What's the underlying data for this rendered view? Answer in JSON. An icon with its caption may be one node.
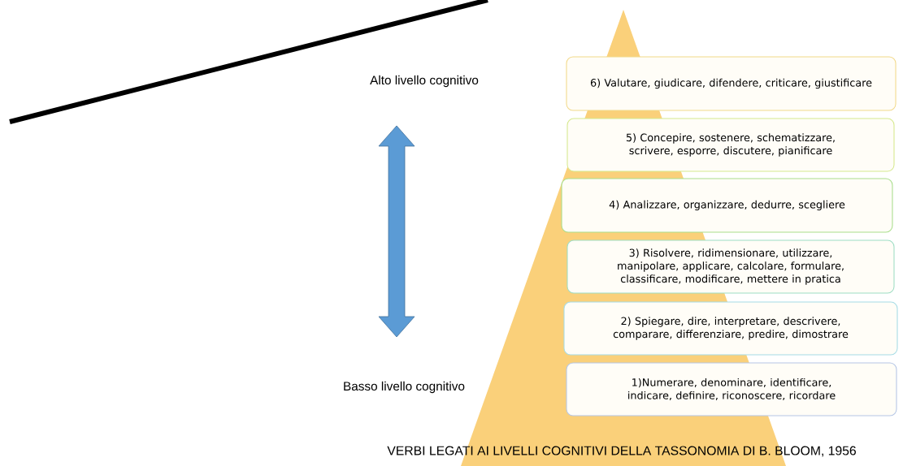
{
  "diagram": {
    "caption": "VERBI LEGATI AI LIVELLI COGNITIVI DELLA TASSONOMIA DI B. BLOOM, 1956",
    "nodes": [
      {
        "text": [
          "6) Valutare, giudicare, difendere, criticare, giustificare"
        ]
      },
      {
        "text": [
          "5) Concepire, sostenere, schematizzare, scrivere, esporre, discutere, pianificare"
        ]
      },
      {
        "text": [
          "4) Analizzare, organizzare, dedurre, scegliere"
        ]
      },
      {
        "text": [
          "3) Risolvere, ridimensionare, utilizzare, manipolare, applicare, calcolare, formulare, classificare, modificare, mettere in pratica"
        ]
      },
      {
        "text": [
          "2) Spiegare, dire, interpretare, descrivere, comparare, differenziare, predire, dimostrare"
        ]
      },
      {
        "text": [
          "1)Numerare, denominare, identificare, indicare, definire, riconoscere, ricordare"
        ]
      }
    ],
    "labels": [
      "Alto livello cognitivo",
      "Basso livello cognitivo"
    ]
  }
}
